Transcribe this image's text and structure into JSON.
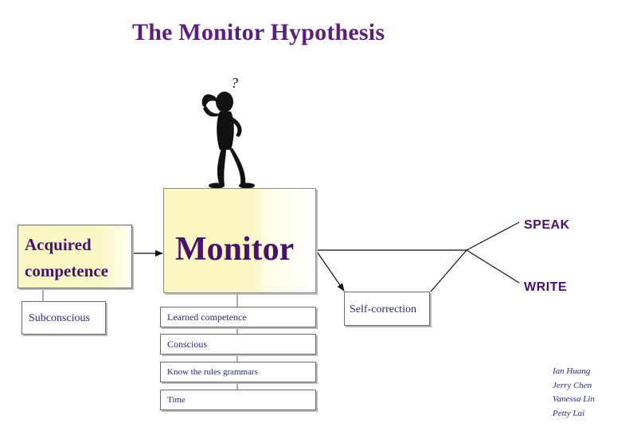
{
  "title": "The Monitor Hypothesis",
  "acquired_competence": {
    "line1": "Acquired",
    "line2": "competence"
  },
  "subconscious": "Subconscious",
  "monitor": "Monitor",
  "learned_items": [
    "Learned competence",
    "Conscious",
    "Know the rules grammars",
    "Time"
  ],
  "self_correction": "Self-correction",
  "outputs": {
    "speak": "SPEAK",
    "write": "WRITE"
  },
  "credits": [
    "Ian Huang",
    "Jerry Chen",
    "Vanessa Lin",
    "Petty Lai"
  ],
  "figure_symbol": "?",
  "colors": {
    "title": "#5b1f7a",
    "box_fill": "#fbf8c6",
    "text_purple": "#4a1266"
  }
}
